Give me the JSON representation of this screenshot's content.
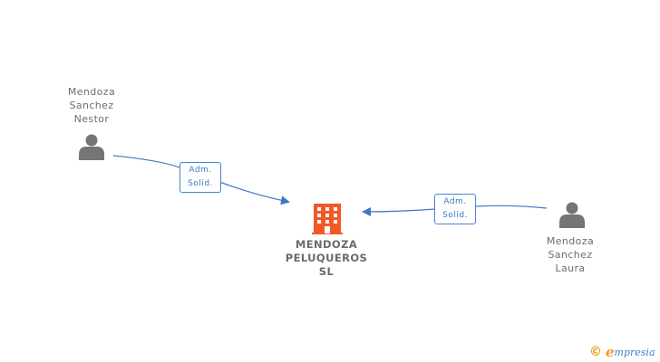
{
  "diagram": {
    "nodes": [
      {
        "id": "person-nestor",
        "kind": "person",
        "name_lines": [
          "Mendoza",
          "Sanchez",
          "Nestor"
        ]
      },
      {
        "id": "company",
        "kind": "company",
        "name_lines": [
          "MENDOZA",
          "PELUQUEROS",
          "SL"
        ]
      },
      {
        "id": "person-laura",
        "kind": "person",
        "name_lines": [
          "Mendoza",
          "Sanchez",
          "Laura"
        ]
      }
    ],
    "edges": [
      {
        "from": "person-nestor",
        "to": "company",
        "role_lines": [
          "Adm.",
          "Solid."
        ]
      },
      {
        "from": "person-laura",
        "to": "company",
        "role_lines": [
          "Adm.",
          "Solid."
        ]
      }
    ]
  },
  "colors": {
    "person_icon": "#757575",
    "company_icon": "#f05a28",
    "edge": "#3b78c6",
    "text": "#6d6d6d"
  },
  "branding": {
    "copyright_symbol": "©",
    "logo_first_letter": "e",
    "logo_rest": "mpresia"
  }
}
